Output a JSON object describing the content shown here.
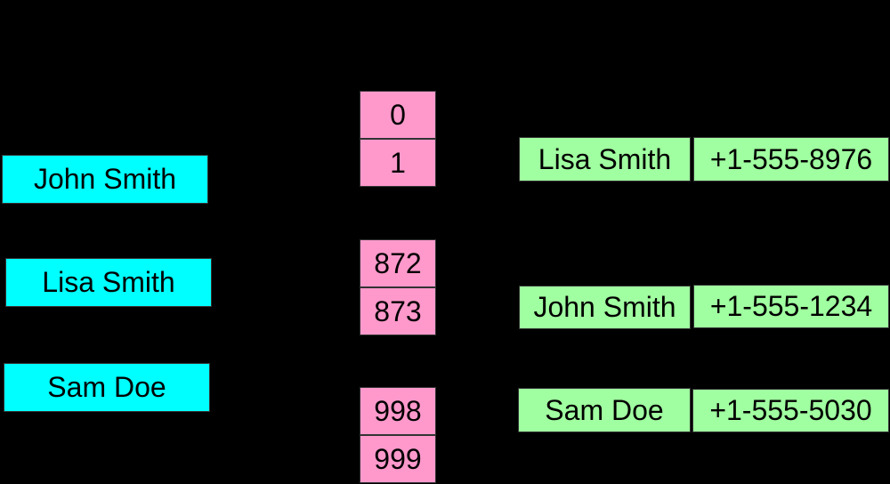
{
  "keys": [
    "John Smith",
    "Lisa Smith",
    "Sam Doe"
  ],
  "buckets": [
    "0",
    "1",
    "872",
    "873",
    "998",
    "999"
  ],
  "entries": [
    {
      "name": "Lisa Smith",
      "phone": "+1-555-8976"
    },
    {
      "name": "John Smith",
      "phone": "+1-555-1234"
    },
    {
      "name": "Sam Doe",
      "phone": "+1-555-5030"
    }
  ],
  "colors": {
    "key": "#00ffff",
    "bucket": "#ff99cc",
    "entry": "#a0ffa0"
  }
}
